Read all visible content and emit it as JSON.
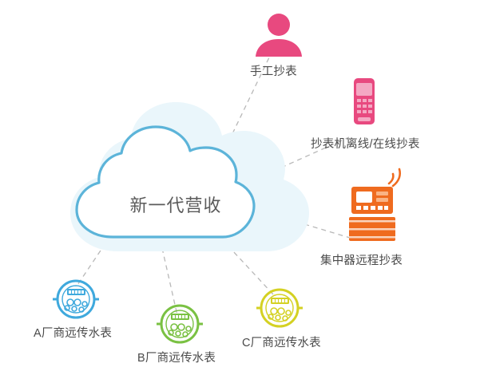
{
  "diagram": {
    "title": "新一代营收",
    "center": {
      "name": "cloud",
      "label": "新一代营收",
      "color": "#5cb4d9",
      "fill": "#eaf6fb"
    },
    "nodes": [
      {
        "id": "manual-reading",
        "label": "手工抄表",
        "icon": "person-icon",
        "color": "#e8497f"
      },
      {
        "id": "handheld-reading",
        "label": "抄表机离线/在线抄表",
        "icon": "handheld-terminal-icon",
        "color": "#e8497f"
      },
      {
        "id": "concentrator-reading",
        "label": "集中器远程抄表",
        "icon": "concentrator-icon",
        "color": "#ef6b1f"
      },
      {
        "id": "meter-vendor-a",
        "label": "A厂商远传水表",
        "icon": "water-meter-icon",
        "color": "#3fa9dd"
      },
      {
        "id": "meter-vendor-b",
        "label": "B厂商远传水表",
        "icon": "water-meter-icon",
        "color": "#7ac143"
      },
      {
        "id": "meter-vendor-c",
        "label": "C厂商远传水表",
        "icon": "water-meter-icon",
        "color": "#d4d123"
      }
    ],
    "connector_style": {
      "type": "dashed",
      "color": "#b6b6b6"
    }
  }
}
